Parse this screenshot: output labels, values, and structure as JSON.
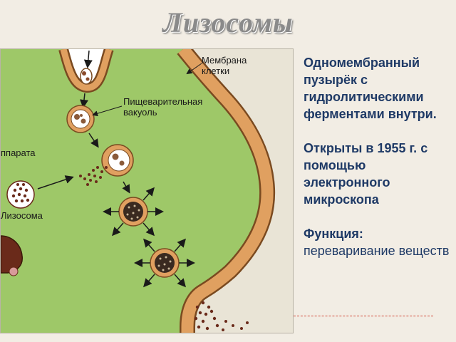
{
  "slide": {
    "title": "Лизосомы"
  },
  "diagram": {
    "labels": {
      "membrane_line1": "Мембрана",
      "membrane_line2": "клетки",
      "vacuole_line1": "Пищеварительная",
      "vacuole_line2": "вакуоль",
      "apparatus": "ппарата",
      "lysosome": "Лизосома"
    },
    "colors": {
      "cytoplasm": "#9ec868",
      "membrane": "#e0a060",
      "membrane_edge": "#7a4a20",
      "granule": "#6a2a1a"
    }
  },
  "info": {
    "description": "Одномембранный пузырёк с гидролитическими ферментами внутри.",
    "discovery": "Открыты в 1955 г. с помощью электронного микроскопа",
    "function_label": "Функция:",
    "function_value": "переваривание веществ"
  }
}
